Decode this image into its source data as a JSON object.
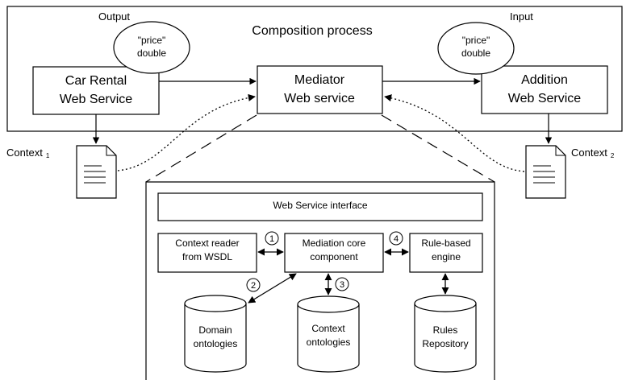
{
  "diagram": {
    "composition_process": "Composition process",
    "output_label": "Output",
    "input_label": "Input",
    "output_param": {
      "name": "\"price\"",
      "type": "double"
    },
    "input_param": {
      "name": "\"price\"",
      "type": "double"
    },
    "car_rental": {
      "line1": "Car Rental",
      "line2": "Web Service"
    },
    "mediator": {
      "line1": "Mediator",
      "line2": "Web service"
    },
    "addition": {
      "line1": "Addition",
      "line2": "Web Service"
    },
    "context1": {
      "label": "Context",
      "index": "1"
    },
    "context2": {
      "label": "Context",
      "index": "2"
    },
    "ws_interface": "Web Service interface",
    "context_reader": {
      "line1": "Context reader",
      "line2": "from WSDL"
    },
    "mediation_core": {
      "line1": "Mediation core",
      "line2": "component"
    },
    "rule_engine": {
      "line1": "Rule-based",
      "line2": "engine"
    },
    "domain_ontologies": {
      "line1": "Domain",
      "line2": "ontologies"
    },
    "context_ontologies": {
      "line1": "Context",
      "line2": "ontologies"
    },
    "rules_repository": {
      "line1": "Rules",
      "line2": "Repository"
    },
    "step_markers": [
      "1",
      "2",
      "3",
      "4"
    ]
  }
}
